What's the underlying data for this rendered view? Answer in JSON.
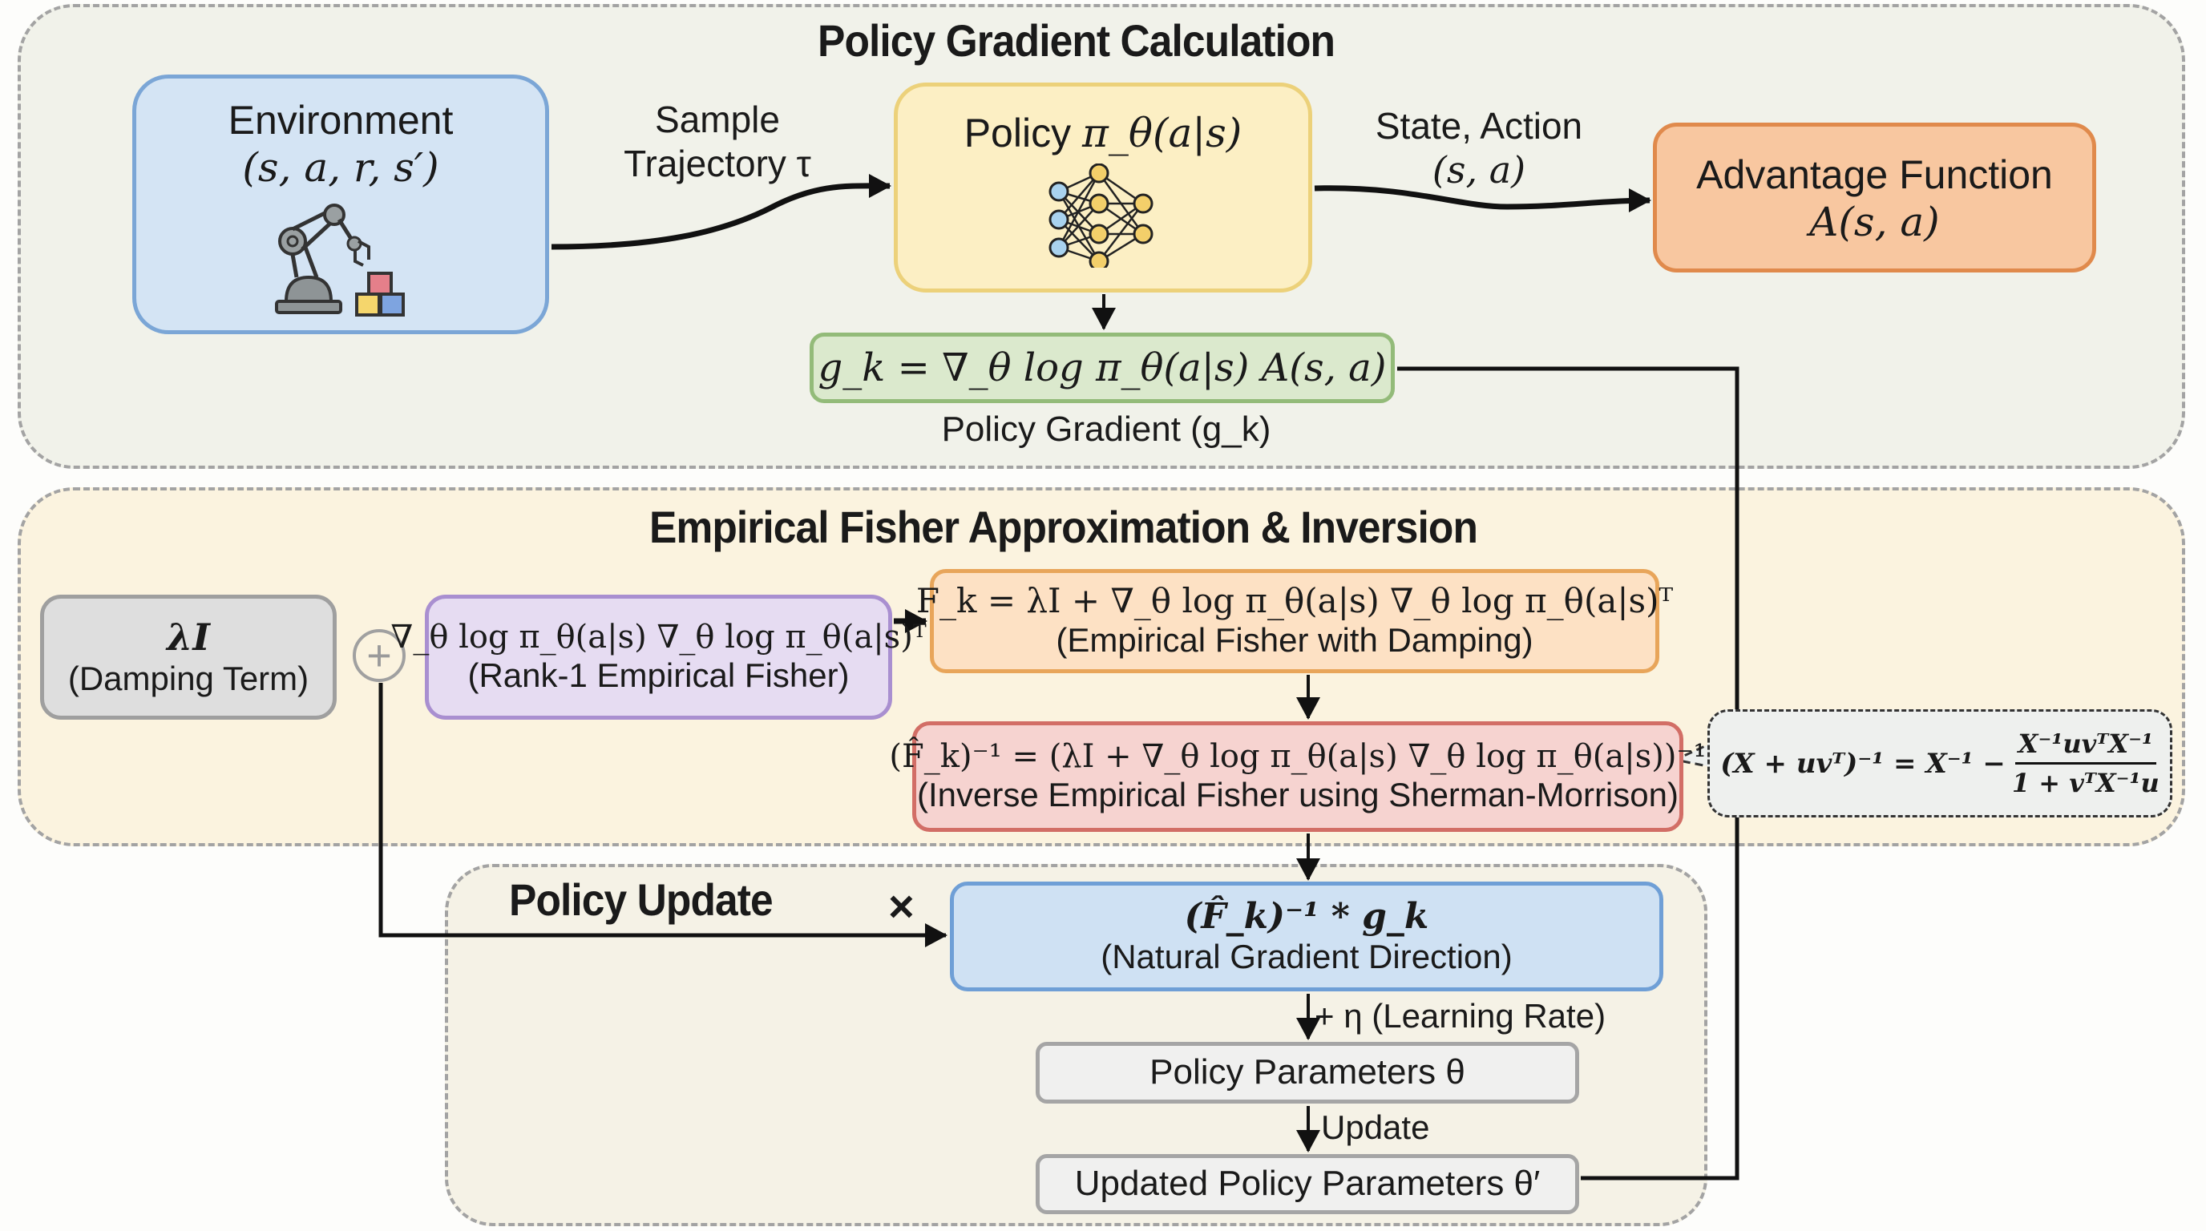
{
  "sections": {
    "top": {
      "title": "Policy Gradient Calculation"
    },
    "middle": {
      "title": "Empirical Fisher Approximation & Inversion"
    },
    "bottom": {
      "title": "Policy Update"
    }
  },
  "nodes": {
    "environment": {
      "label": "Environment",
      "formula": "(s, a, r, s′)",
      "icon": "robot-arm-icon",
      "color": "#d4e4f4",
      "border": "#7ba6d6"
    },
    "policy": {
      "label": "Policy",
      "formula": "π_θ(a|s)",
      "icon": "neural-network-icon",
      "color": "#fcefc4",
      "border": "#ecd17a"
    },
    "advantage": {
      "label": "Advantage Function",
      "formula": "A(s, a)",
      "color": "#f8c7a0",
      "border": "#e08a4c"
    },
    "policy_gradient": {
      "formula": "g_k = ∇_θ log π_θ(a|s) A(s, a)",
      "caption": "Policy Gradient (g_k)",
      "color": "#dbe9cd",
      "border": "#93bb79"
    },
    "damping": {
      "formula": "λI",
      "caption": "(Damping Term)",
      "color": "#dedede",
      "border": "#9f9f9f"
    },
    "rank1": {
      "formula": "∇_θ log π_θ(a|s) ∇_θ log π_θ(a|s)ᵀ",
      "caption": "(Rank-1 Empirical Fisher)",
      "color": "#e6dcf2",
      "border": "#a98fd0"
    },
    "fisher": {
      "formula": "F_k = λI + ∇_θ log π_θ(a|s) ∇_θ log π_θ(a|s)ᵀ",
      "caption": "(Empirical Fisher with Damping)",
      "color": "#fde1c4",
      "border": "#e8a55a"
    },
    "inverse": {
      "formula": "(F̂_k)⁻¹ = (λI + ∇_θ log π_θ(a|s) ∇_θ log π_θ(a|s))⁻¹",
      "caption": "(Inverse Empirical Fisher using Sherman-Morrison)",
      "color": "#f6d3d0",
      "border": "#d26e66"
    },
    "sherman_morrison": {
      "lhs": "(X + uvᵀ)⁻¹ = X⁻¹ −",
      "numerator": "X⁻¹uvᵀX⁻¹",
      "denominator": "1 + vᵀX⁻¹u",
      "color": "#eef0ee"
    },
    "natural_gradient": {
      "formula": "(F̂_k)⁻¹ * g_k",
      "caption": "(Natural Gradient Direction)",
      "color": "#cfe1f3",
      "border": "#6f9fd6"
    },
    "params": {
      "label": "Policy Parameters θ",
      "color": "#f0f0ef",
      "border": "#a5a5a5"
    },
    "updated_params": {
      "label": "Updated Policy Parameters θ′",
      "color": "#f0f0ef",
      "border": "#a5a5a5"
    }
  },
  "edges": {
    "sample_trajectory": "Sample\nTrajectory τ",
    "sample_line1": "Sample",
    "sample_line2": "Trajectory τ",
    "state_action_line1": "State, Action",
    "state_action_line2": "(s, a)",
    "learning_rate": "+ η (Learning Rate)",
    "update": "Update",
    "plus_symbol": "+",
    "times_symbol": "×"
  }
}
